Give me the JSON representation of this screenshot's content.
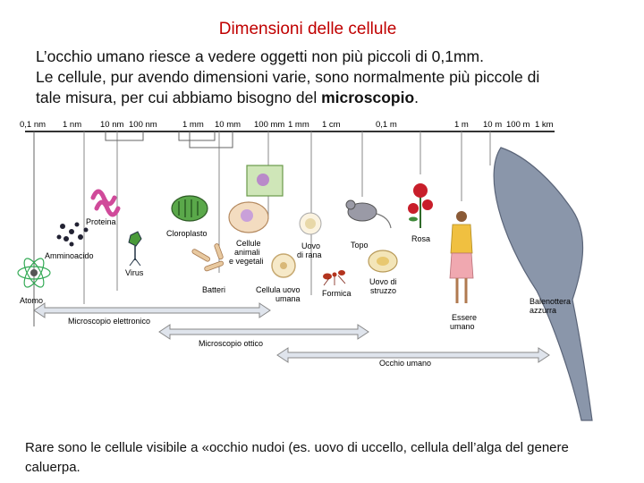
{
  "title": "Dimensioni delle cellule",
  "intro": {
    "line1": "L’occhio umano riesce a vedere oggetti non più piccoli di 0,1mm.",
    "line2": "Le cellule, pur avendo dimensioni varie, sono normalmente più piccole di",
    "line3_before": "tale misura, per cui abbiamo bisogno del ",
    "line3_bold": "microscopio",
    "line3_after": "."
  },
  "scale_labels": [
    "0,1 nm",
    "1 nm",
    "10 nm",
    "100 nm",
    "1 mm",
    "10 mm",
    "100 mm",
    "1 mm",
    "1 cm",
    "0,1 m",
    "1 m",
    "10 m",
    "100 m",
    "1 km"
  ],
  "items": {
    "proteina": "Proteina",
    "amminoacido": "Amminoacido",
    "virus": "Virus",
    "atomo": "Atomo",
    "cloroplasto": "Cloroplasto",
    "batteri": "Batteri",
    "cellule_animali_1": "Cellule",
    "cellule_animali_2": "animali",
    "cellule_animali_3": "e vegetali",
    "cellula_uovo_1": "Cellula uovo",
    "cellula_uovo_2": "umana",
    "uovo_rana_1": "Uovo",
    "uovo_rana_2": "di rana",
    "topo": "Topo",
    "formica": "Formica",
    "uovo_struzzo_1": "Uovo di",
    "uovo_struzzo_2": "struzzo",
    "rosa": "Rosa",
    "essere_umano_1": "Essere",
    "essere_umano_2": "umano",
    "balenottera_1": "Balenottera",
    "balenottera_2": "azzurra"
  },
  "ranges": {
    "microscopio_elettronico": "Microscopio elettronico",
    "microscopio_ottico": "Microscopio ottico",
    "occhio_umano": "Occhio umano"
  },
  "footer": "Rare sono le cellule visibile a «occhio nudoi (es. uovo di uccello, cellula dell’alga del genere caluerpa.",
  "colors": {
    "title": "#c00000",
    "arrow_fill": "#dfe4ec",
    "whale": "#8a96aa"
  }
}
